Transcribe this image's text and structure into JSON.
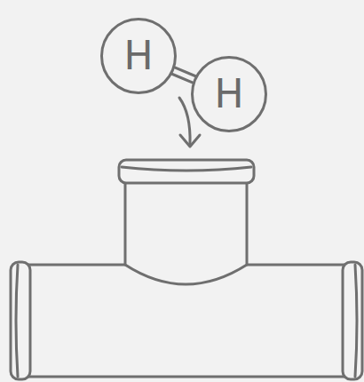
{
  "diagram": {
    "nodes": [
      {
        "text": [
          "H"
        ]
      },
      {
        "text": [
          "H"
        ]
      }
    ],
    "edges": [
      {
        "from": 0,
        "to": 1,
        "arrow": "none"
      }
    ]
  }
}
